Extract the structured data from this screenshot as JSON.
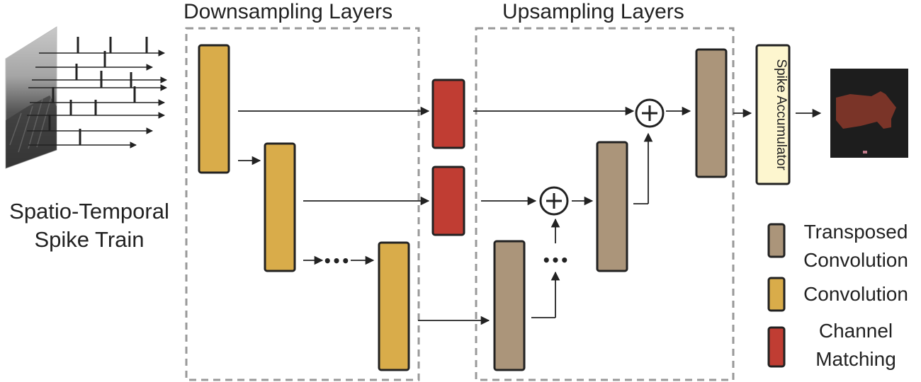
{
  "sections": {
    "downsampling_title": "Downsampling Layers",
    "upsampling_title": "Upsampling Layers"
  },
  "input": {
    "caption_line1": "Spatio-Temporal",
    "caption_line2": "Spike Train"
  },
  "accumulator": {
    "label": "Spike Accumulator"
  },
  "legend": {
    "items": [
      {
        "line1": "Transposed",
        "line2": "Convolution",
        "color": "#ab957a"
      },
      {
        "line1": "Convolution",
        "line2": "",
        "color": "#d9ac4a"
      },
      {
        "line1": "Channel",
        "line2": "Matching",
        "color": "#c03d33"
      }
    ]
  },
  "symbols": {
    "sum": "+",
    "ellipsis": "•••"
  },
  "colors": {
    "convolution": "#d9ac4a",
    "transposed_convolution": "#ab957a",
    "channel_matching": "#c03d33",
    "accumulator": "#fdf6cf",
    "box_border": "#222222",
    "dashed_frame": "#999999",
    "output_background": "#1d1d1d",
    "segmentation_mask": "#7a3428"
  }
}
